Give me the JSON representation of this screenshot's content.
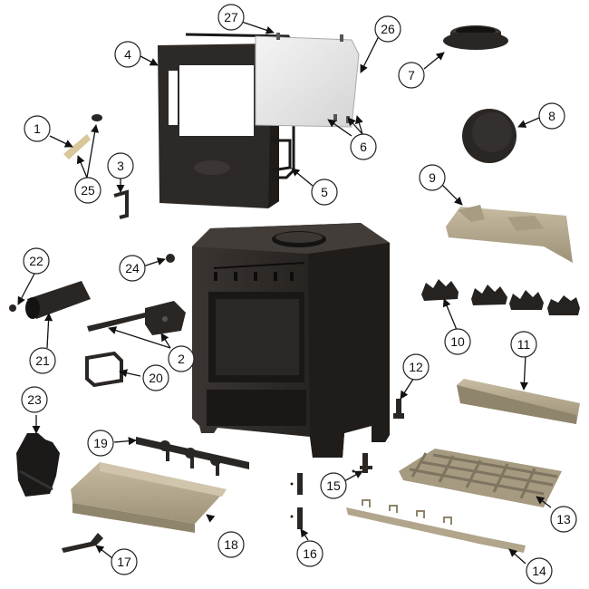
{
  "diagram": {
    "type": "exploded parts diagram",
    "colors": {
      "metal": "#2b2724",
      "metal_light": "#4a4541",
      "firebrick": "#b8ab92",
      "firebrick_dark": "#8f846c",
      "glass": "#e6e6e6",
      "label_stroke": "#222222"
    },
    "callouts": [
      "1",
      "2",
      "3",
      "4",
      "5",
      "6",
      "7",
      "8",
      "9",
      "10",
      "11",
      "12",
      "13",
      "14",
      "15",
      "16",
      "17",
      "18",
      "19",
      "20",
      "21",
      "22",
      "23",
      "24",
      "25",
      "26",
      "27"
    ]
  }
}
